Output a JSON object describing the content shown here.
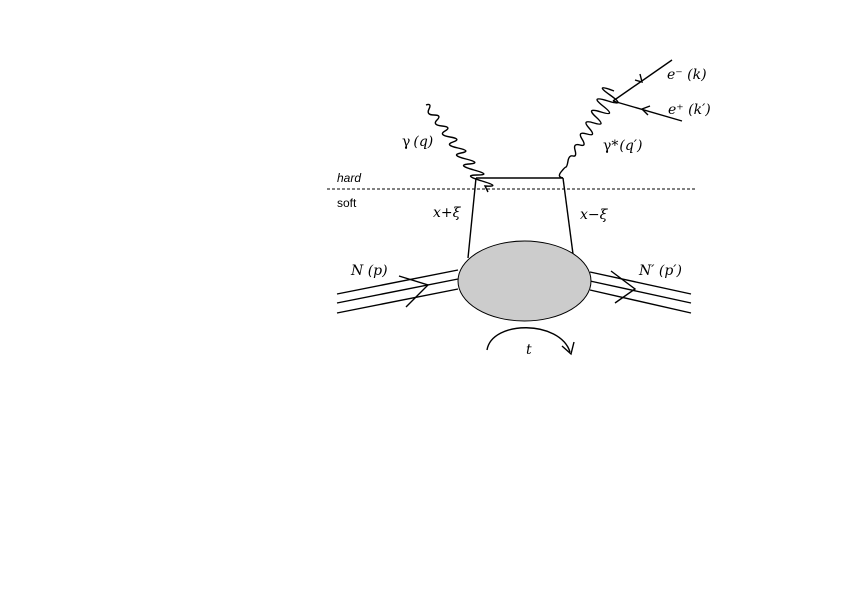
{
  "labels": {
    "photon_in_sym": "γ",
    "photon_in_arg": "(q)",
    "photon_out_sym": "γ*",
    "photon_out_arg": "(q′)",
    "electron": "e⁻ (k)",
    "positron": "e⁺ (k′)",
    "hard": "hard",
    "soft": "soft",
    "parton_left": "x+ξ",
    "parton_right": "x−ξ",
    "nucleon_in": "N (p)",
    "nucleon_out": "N′ (p′)",
    "momentum_transfer": "t"
  },
  "colors": {
    "blob_fill": "#cccccc",
    "line": "#000000",
    "background": "#ffffff"
  }
}
